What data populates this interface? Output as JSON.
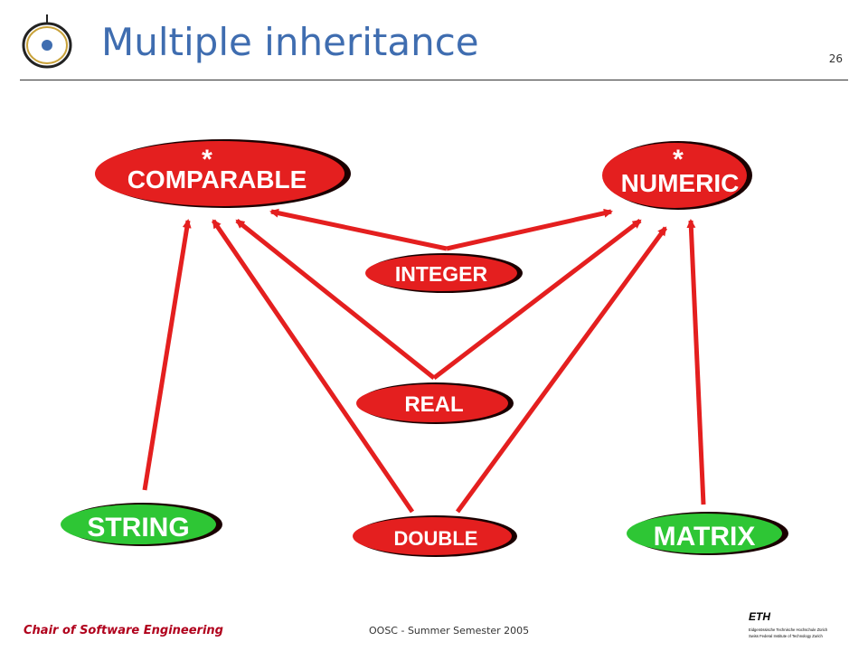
{
  "slide": {
    "title": "Multiple inheritance",
    "page_number": "26"
  },
  "footer": {
    "chair": "Chair of Software Engineering",
    "course": "OOSC - Summer Semester 2005"
  },
  "eth_logo": {
    "mark": "ETH",
    "line1": "Eidgenössische Technische Hochschule Zürich",
    "line2": "Swiss Federal Institute of Technology Zurich"
  },
  "colors": {
    "title": "#3f6db0",
    "deferred_class": "#e41f1f",
    "effective_class": "#2ec635",
    "arrow": "#e41f1f",
    "footer_accent": "#b0001c"
  },
  "nodes": {
    "comparable": {
      "label": "COMPARABLE",
      "marker": "*",
      "kind": "deferred"
    },
    "numeric": {
      "label": "NUMERIC",
      "marker": "*",
      "kind": "deferred"
    },
    "integer": {
      "label": "INTEGER",
      "kind": "effective"
    },
    "real": {
      "label": "REAL",
      "kind": "effective"
    },
    "string": {
      "label": "STRING",
      "kind": "effective"
    },
    "double": {
      "label": "DOUBLE",
      "kind": "effective"
    },
    "matrix": {
      "label": "MATRIX",
      "kind": "effective"
    }
  },
  "edges": [
    {
      "from": "integer",
      "to": "comparable"
    },
    {
      "from": "integer",
      "to": "numeric"
    },
    {
      "from": "real",
      "to": "comparable"
    },
    {
      "from": "real",
      "to": "numeric"
    },
    {
      "from": "string",
      "to": "comparable"
    },
    {
      "from": "double",
      "to": "comparable"
    },
    {
      "from": "double",
      "to": "numeric"
    },
    {
      "from": "matrix",
      "to": "numeric"
    }
  ]
}
